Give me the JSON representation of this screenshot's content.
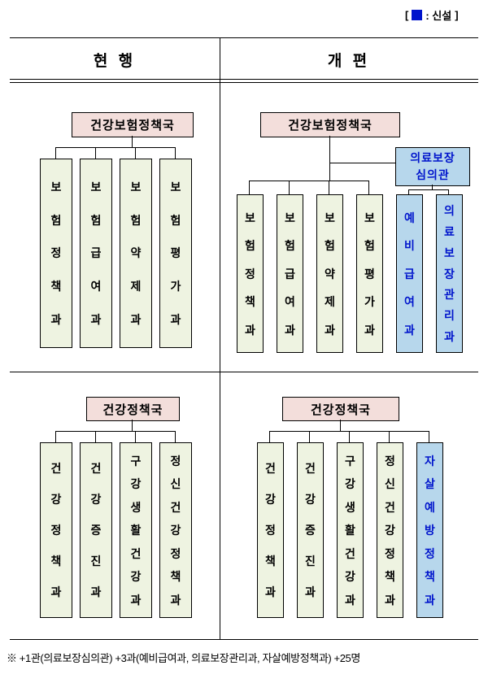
{
  "legend": {
    "bracket_open": "[",
    "label": ": 신설",
    "bracket_close": "]",
    "square_color": "#0014cc"
  },
  "headers": {
    "current": "현  행",
    "reform": "개  편"
  },
  "colors": {
    "bureau_pink": "#f3dedb",
    "dept_ivory": "#eef3e1",
    "new_blue_bg": "#b7d7ec",
    "new_blue_text": "#0014cc"
  },
  "top_left": {
    "bureau": "건강보험정책국",
    "departments": [
      {
        "name": "보험정책과",
        "new": false
      },
      {
        "name": "보험급여과",
        "new": false
      },
      {
        "name": "보험약제과",
        "new": false
      },
      {
        "name": "보험평가과",
        "new": false
      }
    ]
  },
  "top_right": {
    "bureau": "건강보험정책국",
    "advisor": "의료보장\n심의관",
    "departments": [
      {
        "name": "보험정책과",
        "new": false
      },
      {
        "name": "보험급여과",
        "new": false
      },
      {
        "name": "보험약제과",
        "new": false
      },
      {
        "name": "보험평가과",
        "new": false
      },
      {
        "name": "예비급여과",
        "new": true
      },
      {
        "name": "의료보장관리과",
        "new": true
      }
    ]
  },
  "bottom_left": {
    "bureau": "건강정책국",
    "departments": [
      {
        "name": "건강정책과",
        "new": false
      },
      {
        "name": "건강증진과",
        "new": false
      },
      {
        "name": "구강생활건강과",
        "new": false
      },
      {
        "name": "정신건강정책과",
        "new": false
      }
    ]
  },
  "bottom_right": {
    "bureau": "건강정책국",
    "departments": [
      {
        "name": "건강정책과",
        "new": false
      },
      {
        "name": "건강증진과",
        "new": false
      },
      {
        "name": "구강생활건강과",
        "new": false
      },
      {
        "name": "정신건강정책과",
        "new": false
      },
      {
        "name": "자살예방정책과",
        "new": true
      }
    ]
  },
  "footnote": "※ +1관(의료보장심의관) +3과(예비급여과, 의료보장관리과, 자살예방정책과) +25명"
}
